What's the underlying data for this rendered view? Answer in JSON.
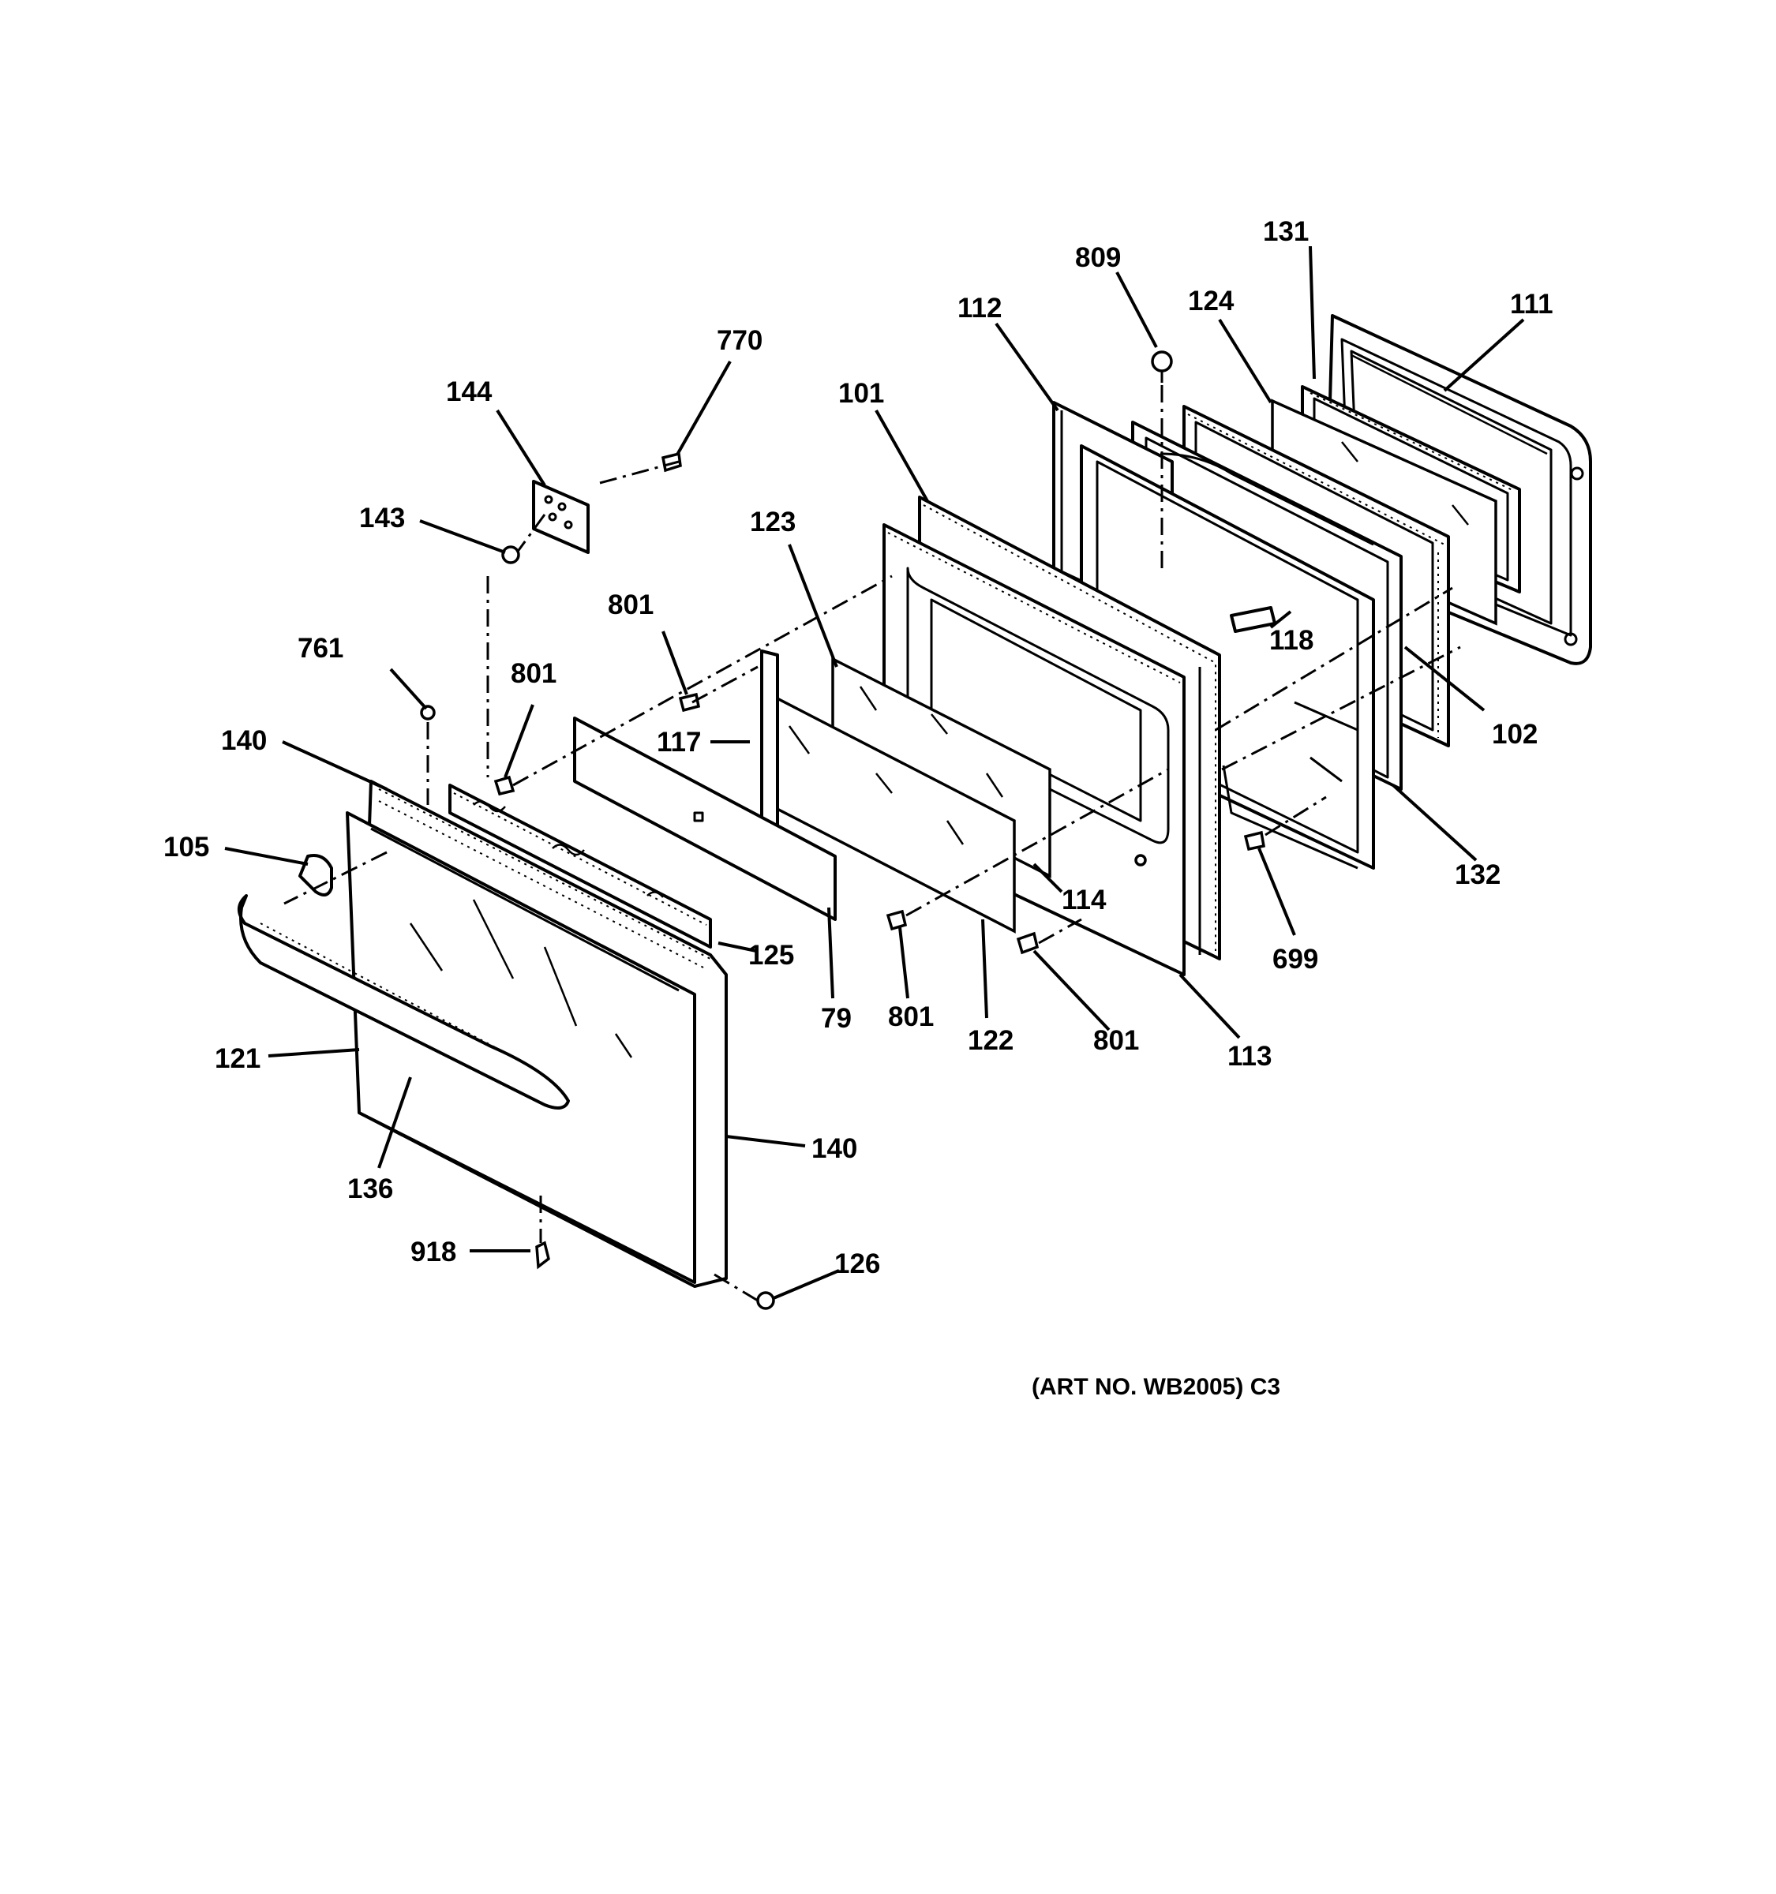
{
  "diagram": {
    "art_reference": "(ART NO. WB2005) C3",
    "callouts": {
      "p131": "131",
      "p809": "809",
      "p124": "124",
      "p111": "111",
      "p112": "112",
      "p770": "770",
      "p101": "101",
      "p144": "144",
      "p123": "123",
      "p143": "143",
      "p118": "118",
      "p801a": "801",
      "p761": "761",
      "p801b": "801",
      "p102": "102",
      "p140a": "140",
      "p117": "117",
      "p105": "105",
      "p132": "132",
      "p114": "114",
      "p125": "125",
      "p699": "699",
      "p79": "79",
      "p801c": "801",
      "p122": "122",
      "p801d": "801",
      "p113": "113",
      "p121": "121",
      "p140b": "140",
      "p136": "136",
      "p918": "918",
      "p126": "126"
    }
  }
}
